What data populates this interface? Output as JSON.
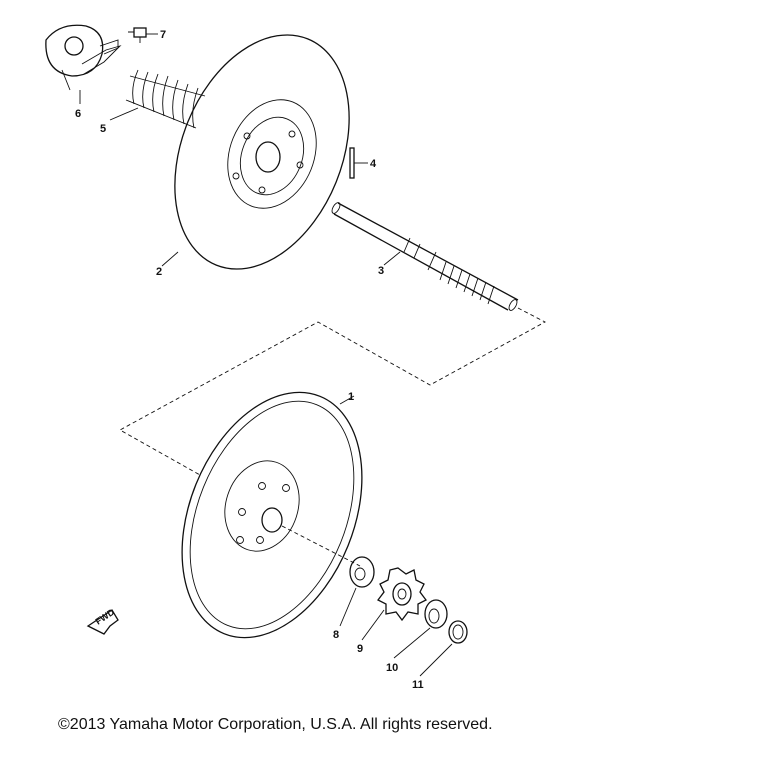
{
  "diagram": {
    "callouts": {
      "p1": "1",
      "p2": "2",
      "p3": "3",
      "p4": "4",
      "p5": "5",
      "p6": "6",
      "p7": "7",
      "p8": "8",
      "p9": "9",
      "p10": "10",
      "p11": "11"
    },
    "fwd_arrow_label": "FWD"
  },
  "footer": {
    "copyright": "©2013 Yamaha Motor Corporation, U.S.A. All rights reserved."
  }
}
